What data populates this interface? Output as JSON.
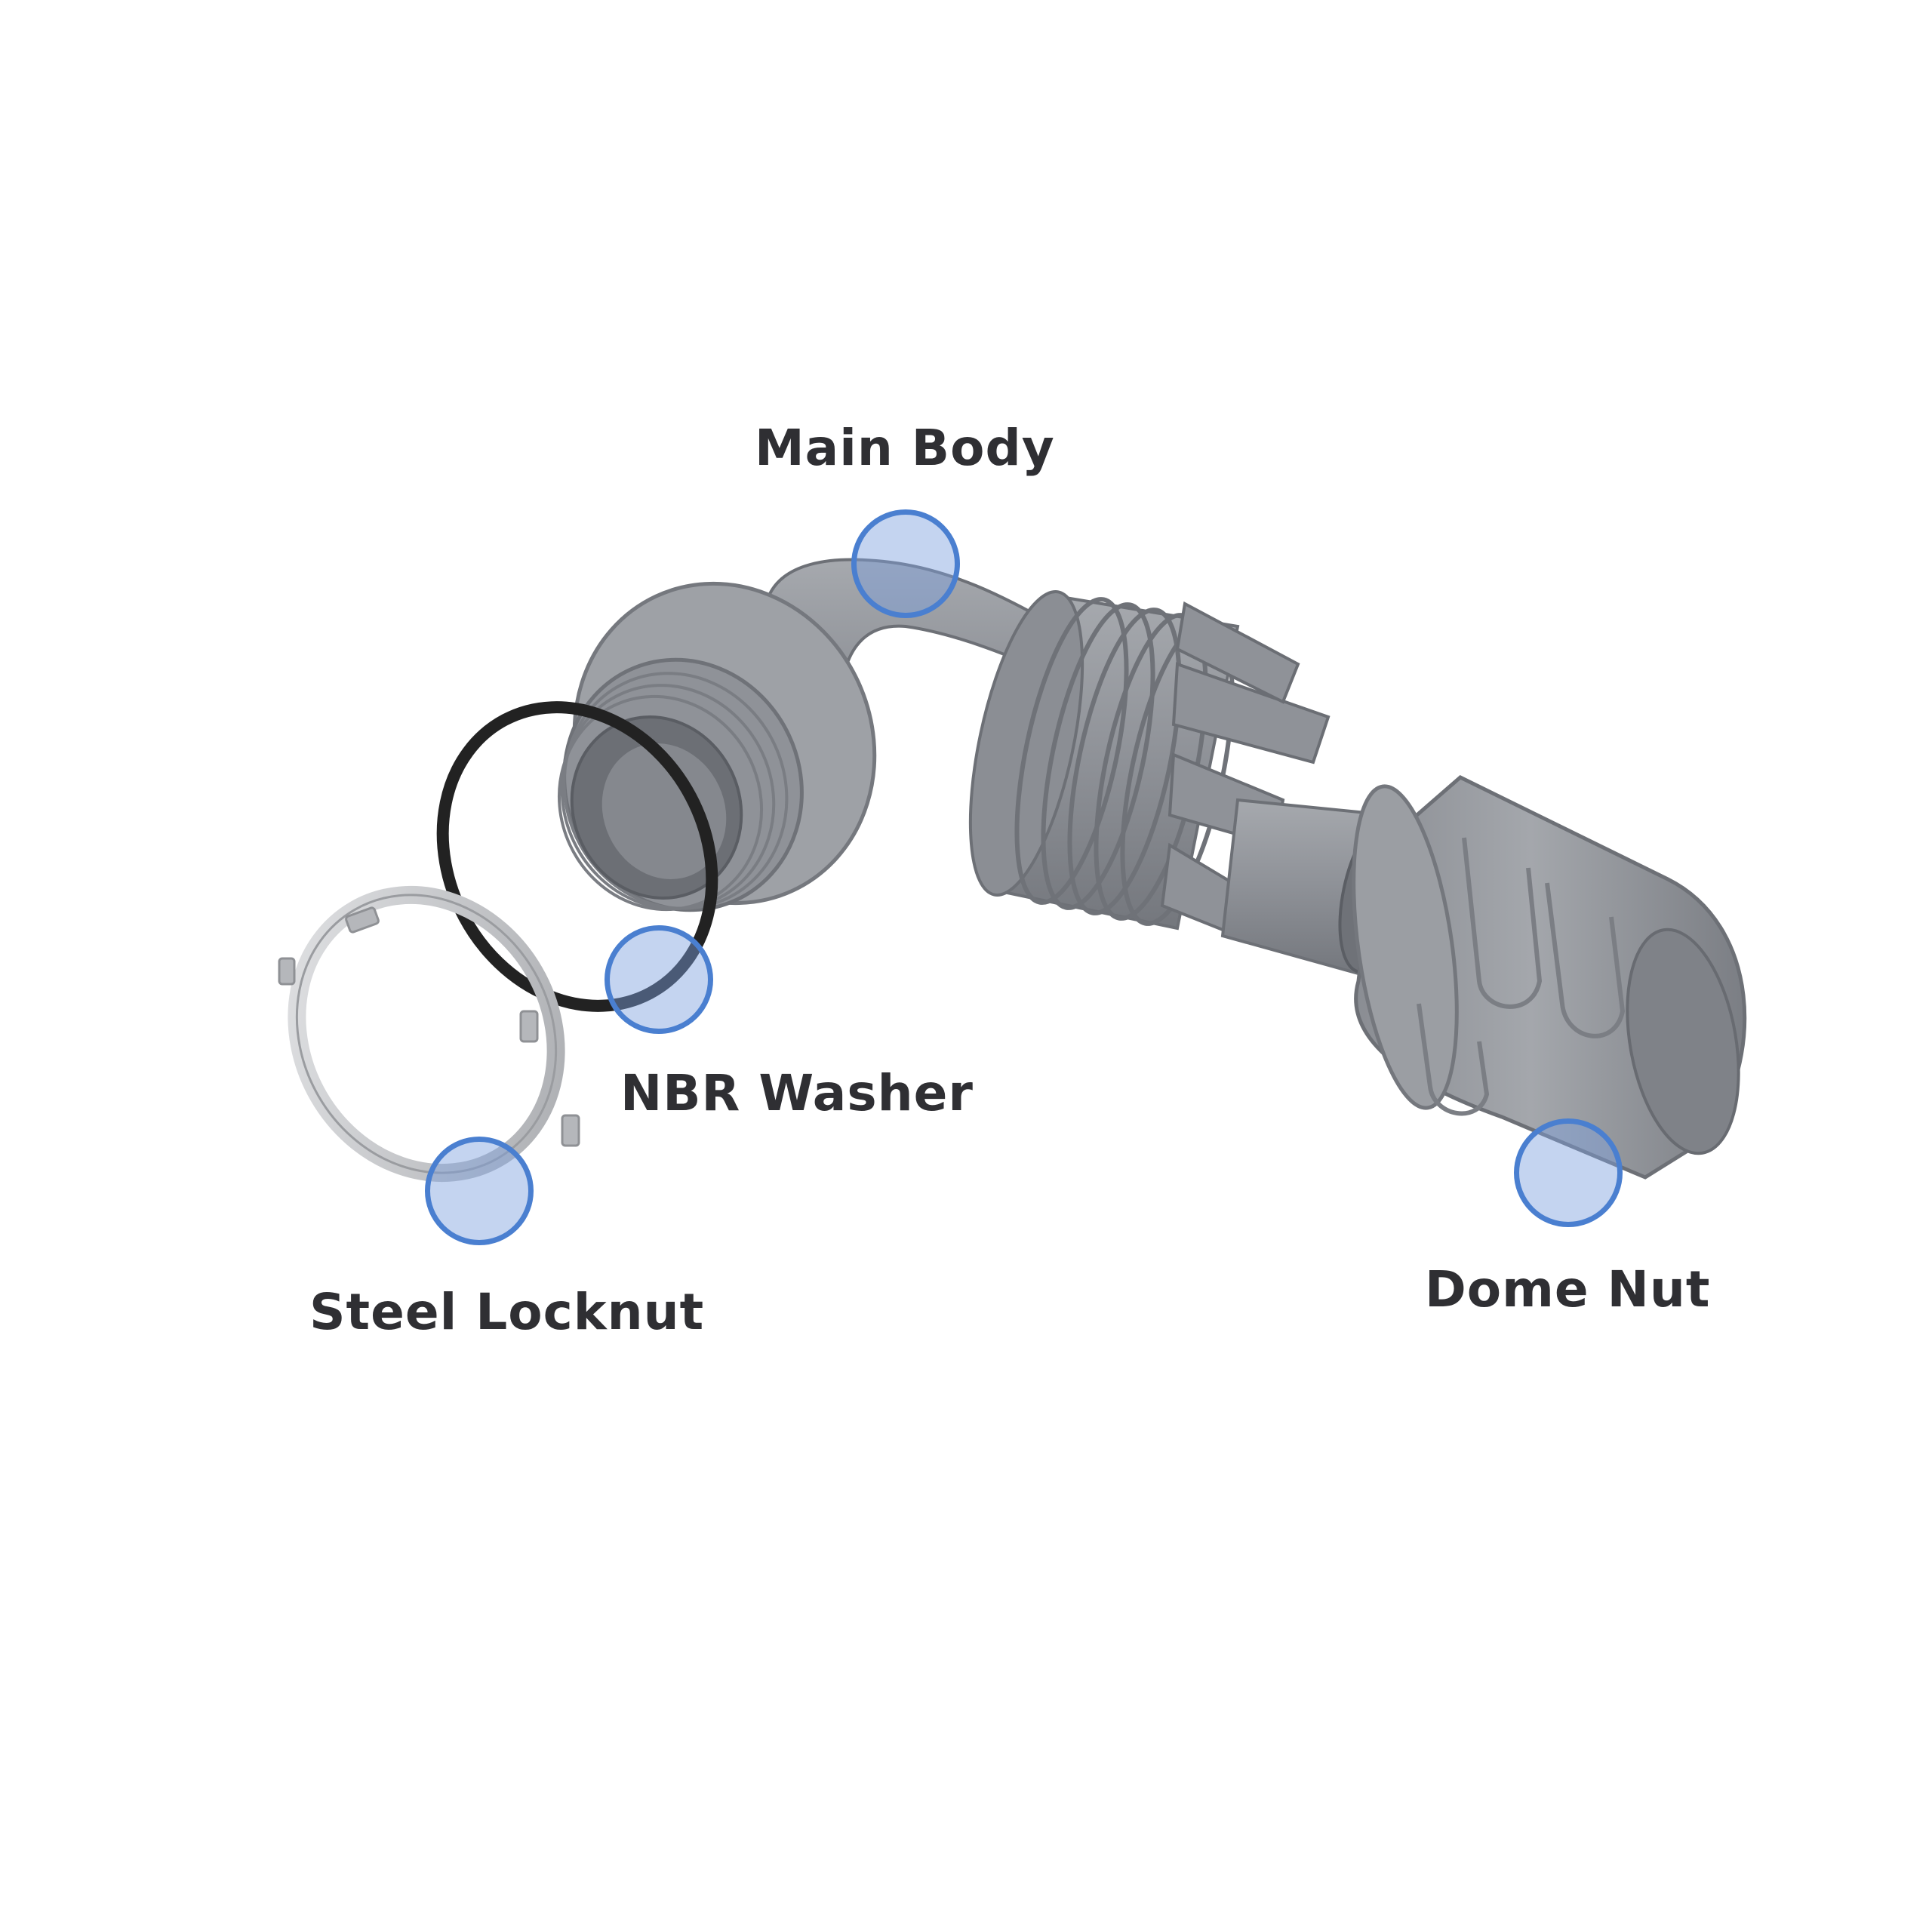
{
  "diagram": {
    "labels": {
      "main_body": "Main Body",
      "nbr_washer": "NBR Washer",
      "steel_locknut": "Steel Locknut",
      "dome_nut": "Dome Nut"
    },
    "colors": {
      "background": "#ffffff",
      "body_gray": "#8c8f95",
      "body_dark": "#6d7076",
      "body_light": "#a9acb1",
      "washer_black": "#222222",
      "locknut_silver": "#c7c9cc",
      "hotspot_fill": "#7ca0de",
      "hotspot_border": "#4a7fd0",
      "label_text": "#2f2f33"
    }
  }
}
